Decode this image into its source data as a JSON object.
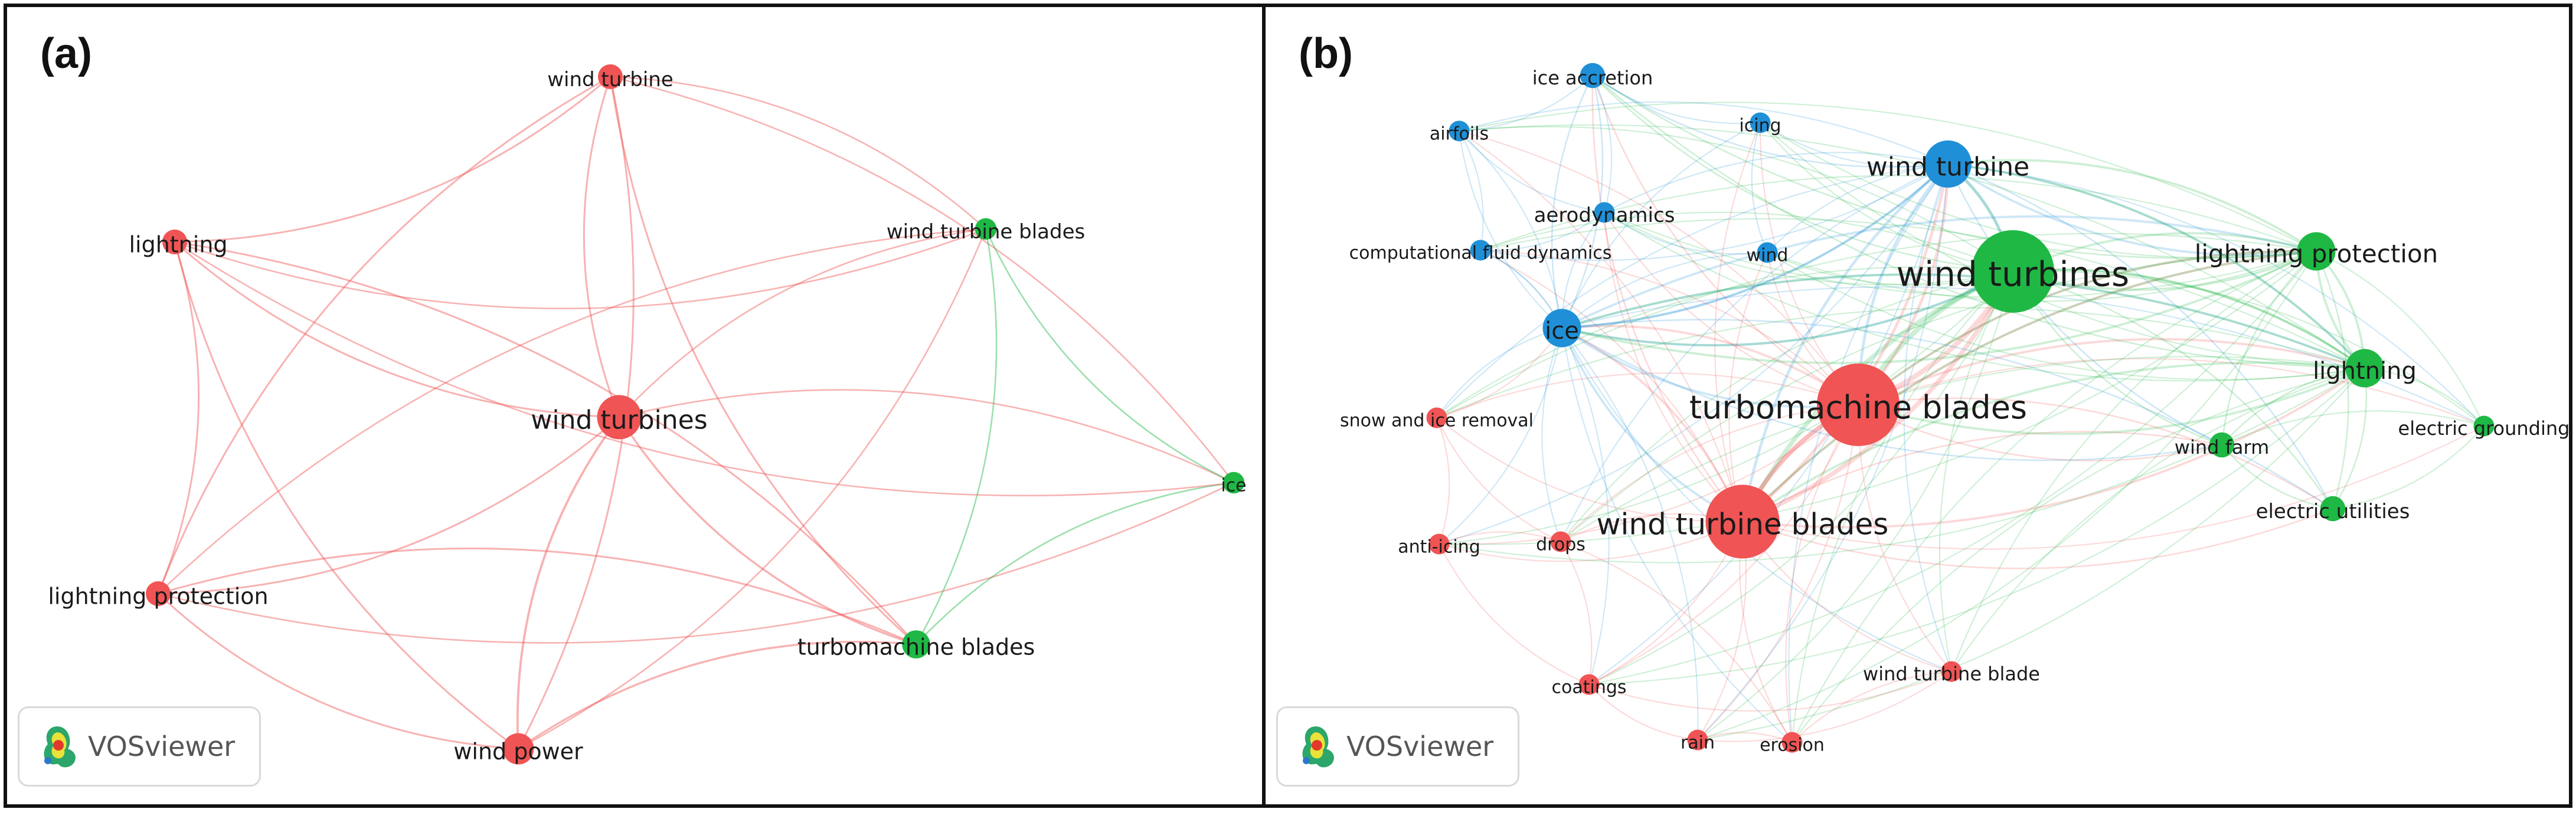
{
  "panels": [
    {
      "id": "a",
      "label": "(a)",
      "badge_text": "VOSviewer",
      "cluster_colors": {
        "red": "#f05454",
        "green": "#1fb845"
      },
      "nodes": [
        {
          "label": "wind turbine",
          "cluster": "red",
          "weight": 2
        },
        {
          "label": "lightning",
          "cluster": "red",
          "weight": 2
        },
        {
          "label": "wind turbine blades",
          "cluster": "green",
          "weight": 1.5
        },
        {
          "label": "wind turbines",
          "cluster": "red",
          "weight": 5
        },
        {
          "label": "ice",
          "cluster": "green",
          "weight": 1.5
        },
        {
          "label": "lightning protection",
          "cluster": "red",
          "weight": 2
        },
        {
          "label": "turbomachine blades",
          "cluster": "green",
          "weight": 2.5
        },
        {
          "label": "wind power",
          "cluster": "red",
          "weight": 3
        }
      ]
    },
    {
      "id": "b",
      "label": "(b)",
      "badge_text": "VOSviewer",
      "cluster_colors": {
        "red": "#f05454",
        "green": "#1fb845",
        "blue": "#1f90d8"
      },
      "nodes": [
        {
          "label": "ice accretion",
          "cluster": "blue",
          "weight": 1.5
        },
        {
          "label": "airfoils",
          "cluster": "blue",
          "weight": 1
        },
        {
          "label": "icing",
          "cluster": "blue",
          "weight": 1
        },
        {
          "label": "wind turbine",
          "cluster": "blue",
          "weight": 4
        },
        {
          "label": "aerodynamics",
          "cluster": "blue",
          "weight": 1
        },
        {
          "label": "computational fluid dynamics",
          "cluster": "blue",
          "weight": 1
        },
        {
          "label": "wind",
          "cluster": "blue",
          "weight": 1
        },
        {
          "label": "wind turbines",
          "cluster": "green",
          "weight": 8
        },
        {
          "label": "lightning protection",
          "cluster": "green",
          "weight": 3
        },
        {
          "label": "ice",
          "cluster": "blue",
          "weight": 3
        },
        {
          "label": "turbomachine blades",
          "cluster": "red",
          "weight": 8
        },
        {
          "label": "lightning",
          "cluster": "green",
          "weight": 3
        },
        {
          "label": "snow and ice removal",
          "cluster": "red",
          "weight": 1
        },
        {
          "label": "electric grounding",
          "cluster": "green",
          "weight": 1
        },
        {
          "label": "wind farm",
          "cluster": "green",
          "weight": 1.5
        },
        {
          "label": "electric utilities",
          "cluster": "green",
          "weight": 1.5
        },
        {
          "label": "wind turbine blades",
          "cluster": "red",
          "weight": 7
        },
        {
          "label": "anti-icing",
          "cluster": "red",
          "weight": 1
        },
        {
          "label": "drops",
          "cluster": "red",
          "weight": 1
        },
        {
          "label": "coatings",
          "cluster": "red",
          "weight": 1
        },
        {
          "label": "wind turbine blade",
          "cluster": "red",
          "weight": 1
        },
        {
          "label": "rain",
          "cluster": "red",
          "weight": 1
        },
        {
          "label": "erosion",
          "cluster": "red",
          "weight": 1
        }
      ]
    }
  ]
}
